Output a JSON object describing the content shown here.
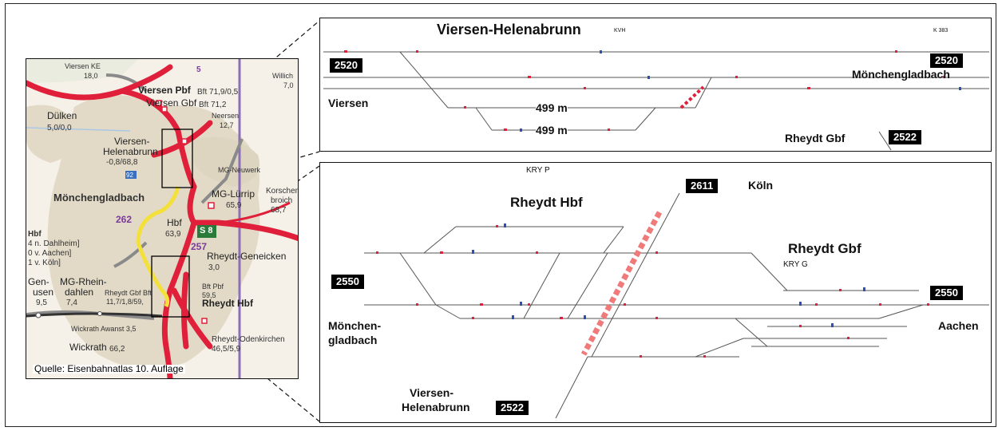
{
  "map": {
    "labels": {
      "viersen_ke": "Viersen KE",
      "viersen_ke_km": "18,0",
      "five": "5",
      "willich": "Willich",
      "willich_km": "7,0",
      "viersen_pbf": "Viersen Pbf",
      "viersen_pbf_km": "Bft 71,9/0,5",
      "viersen_gbf": "Viersen Gbf",
      "viersen_gbf_km": "Bft 71,2",
      "neersen": "Neersen",
      "neersen_km": "12,7",
      "duelken": "Dülken",
      "duelken_km": "5,0/0,0",
      "helenabrunn_1": "Viersen-",
      "helenabrunn_2": "Helenabrunn",
      "helenabrunn_km": "-0,8/68,8",
      "ninety_two": "92",
      "mg_neuwerk": "MG-Neuwerk",
      "mg": "Mönchengladbach",
      "mg_luerrip": "MG-Lürrip",
      "mg_luerrip_km": "65,9",
      "korschenbroich_1": "Korschen-",
      "korschenbroich_2": "broich",
      "korschenbroich_km": "68,7",
      "n262": "262",
      "hbf": "Hbf",
      "hbf_km": "63,9",
      "hbf_left": "Hbf",
      "hbf_list_1": "4 n. Dahlheim]",
      "hbf_list_2": "0 v. Aachen]",
      "hbf_list_3": "1 v. Köln]",
      "s8": "S 8",
      "n257": "257",
      "rheydt_geneicken": "Rheydt-Geneicken",
      "rheydt_geneicken_km": "3,0",
      "gen_1": "Gen-",
      "gen_2": "usen",
      "gen_km": "9,5",
      "mg_rheindahlen_1": "MG-Rhein-",
      "mg_rheindahlen_2": "dahlen",
      "mg_rheindahlen_km": "7,4",
      "rheydt_gbf": "Rheydt Gbf Bft",
      "rheydt_gbf_km": "11,7/1,8/59,",
      "rheydt_pbf": "Bft Pbf",
      "rheydt_pbf_km": "59,5",
      "rheydt_hbf": "Rheydt Hbf",
      "wickrath_avanst": "Wickrath Awanst 3,5",
      "wickrath": "Wickrath",
      "wickrath_km": "66,2",
      "rheydt_odenkirchen": "Rheydt-Odenkirchen",
      "rheydt_odenkirchen_km": "46,5/5,9",
      "source": "Quelle:  Eisenbahnatlas  10.  Auflage"
    }
  },
  "top_diagram": {
    "title": "Viersen-Helenabrunn",
    "code": "KVH",
    "k_code": "K 383",
    "badge_left": "2520",
    "badge_right": "2520",
    "badge_rheydt": "2522",
    "viersen": "Viersen",
    "mg": "Mönchengladbach",
    "rheydt_gbf": "Rheydt Gbf",
    "length_1": "499 m",
    "length_2": "499 m"
  },
  "bottom_diagram": {
    "kry_p": "KRY P",
    "koeln_badge": "2611",
    "koeln": "Köln",
    "rheydt_hbf": "Rheydt Hbf",
    "rheydt_gbf": "Rheydt Gbf",
    "kry_g": "KRY G",
    "badge_mg": "2550",
    "badge_aachen": "2550",
    "mg_1": "Mönchen-",
    "mg_2": "gladbach",
    "aachen": "Aachen",
    "helen_1": "Viersen-",
    "helen_2": "Helenabrunn",
    "badge_helen": "2522"
  }
}
